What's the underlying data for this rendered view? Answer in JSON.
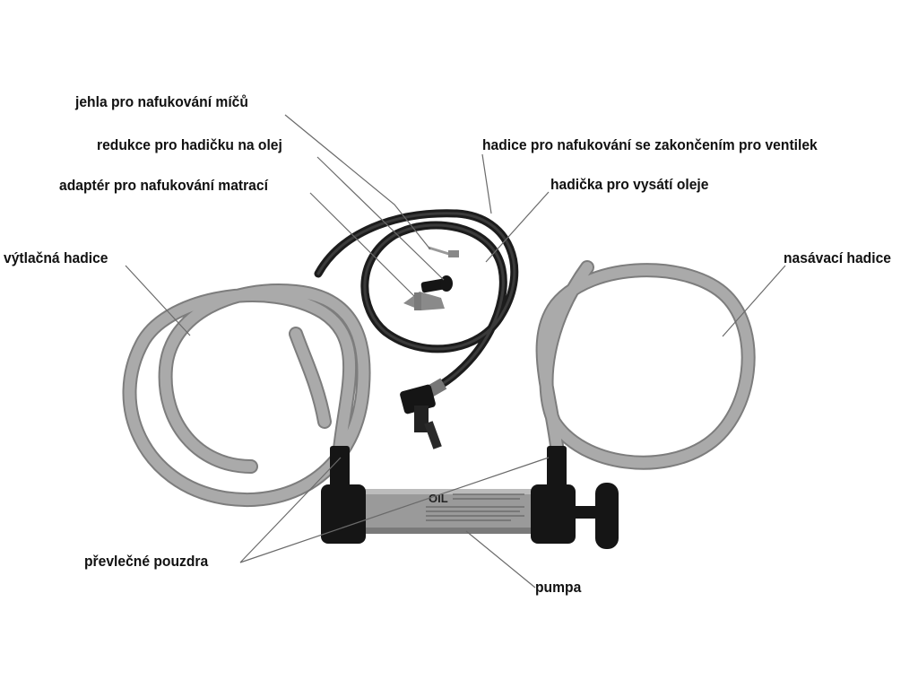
{
  "labels": {
    "jehla": "jehla pro nafukování míčů",
    "redukce": "redukce pro hadičku na olej",
    "adapter": "adaptér pro nafukování matrací",
    "vytlacna": "výtlačná hadice",
    "hadice_ventilek": "hadice pro nafukování se zakončením pro ventilek",
    "hadicka_olej": "hadička pro vysátí oleje",
    "nasavaci": "nasávací hadice",
    "pouzdra": "převlečné pouzdra",
    "pumpa": "pumpa"
  },
  "pump_text": {
    "brand": "OIL"
  },
  "colors": {
    "grey_hose": "#a9a9a9",
    "grey_hose_edge": "#7d7d7d",
    "black_hose": "#1c1c1c",
    "pump_black": "#151515",
    "pump_cylinder": "#9a9a9a",
    "leader_line": "#6a6a6a",
    "text": "#111111"
  }
}
